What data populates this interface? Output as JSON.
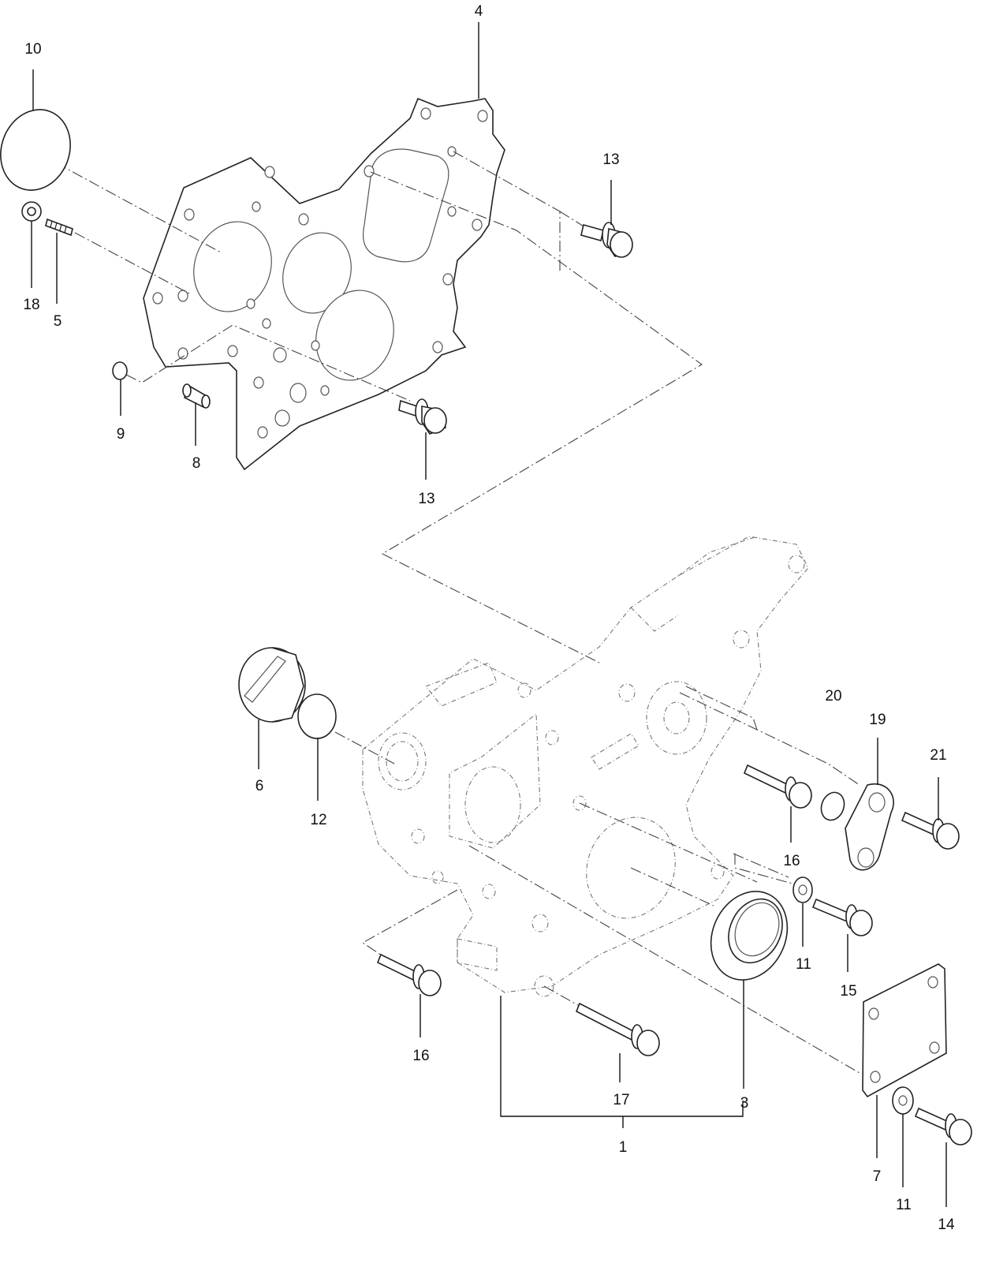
{
  "callouts": [
    {
      "id": "c1",
      "text": "1"
    },
    {
      "id": "c3",
      "text": "3"
    },
    {
      "id": "c4",
      "text": "4"
    },
    {
      "id": "c5",
      "text": "5"
    },
    {
      "id": "c6",
      "text": "6"
    },
    {
      "id": "c7",
      "text": "7"
    },
    {
      "id": "c8",
      "text": "8"
    },
    {
      "id": "c9",
      "text": "9"
    },
    {
      "id": "c10",
      "text": "10"
    },
    {
      "id": "c11a",
      "text": "11"
    },
    {
      "id": "c11b",
      "text": "11"
    },
    {
      "id": "c12",
      "text": "12"
    },
    {
      "id": "c13a",
      "text": "13"
    },
    {
      "id": "c13b",
      "text": "13"
    },
    {
      "id": "c14",
      "text": "14"
    },
    {
      "id": "c15",
      "text": "15"
    },
    {
      "id": "c16a",
      "text": "16"
    },
    {
      "id": "c16b",
      "text": "16"
    },
    {
      "id": "c17",
      "text": "17"
    },
    {
      "id": "c18",
      "text": "18"
    },
    {
      "id": "c19",
      "text": "19"
    },
    {
      "id": "c20",
      "text": "20"
    },
    {
      "id": "c21",
      "text": "21"
    }
  ]
}
